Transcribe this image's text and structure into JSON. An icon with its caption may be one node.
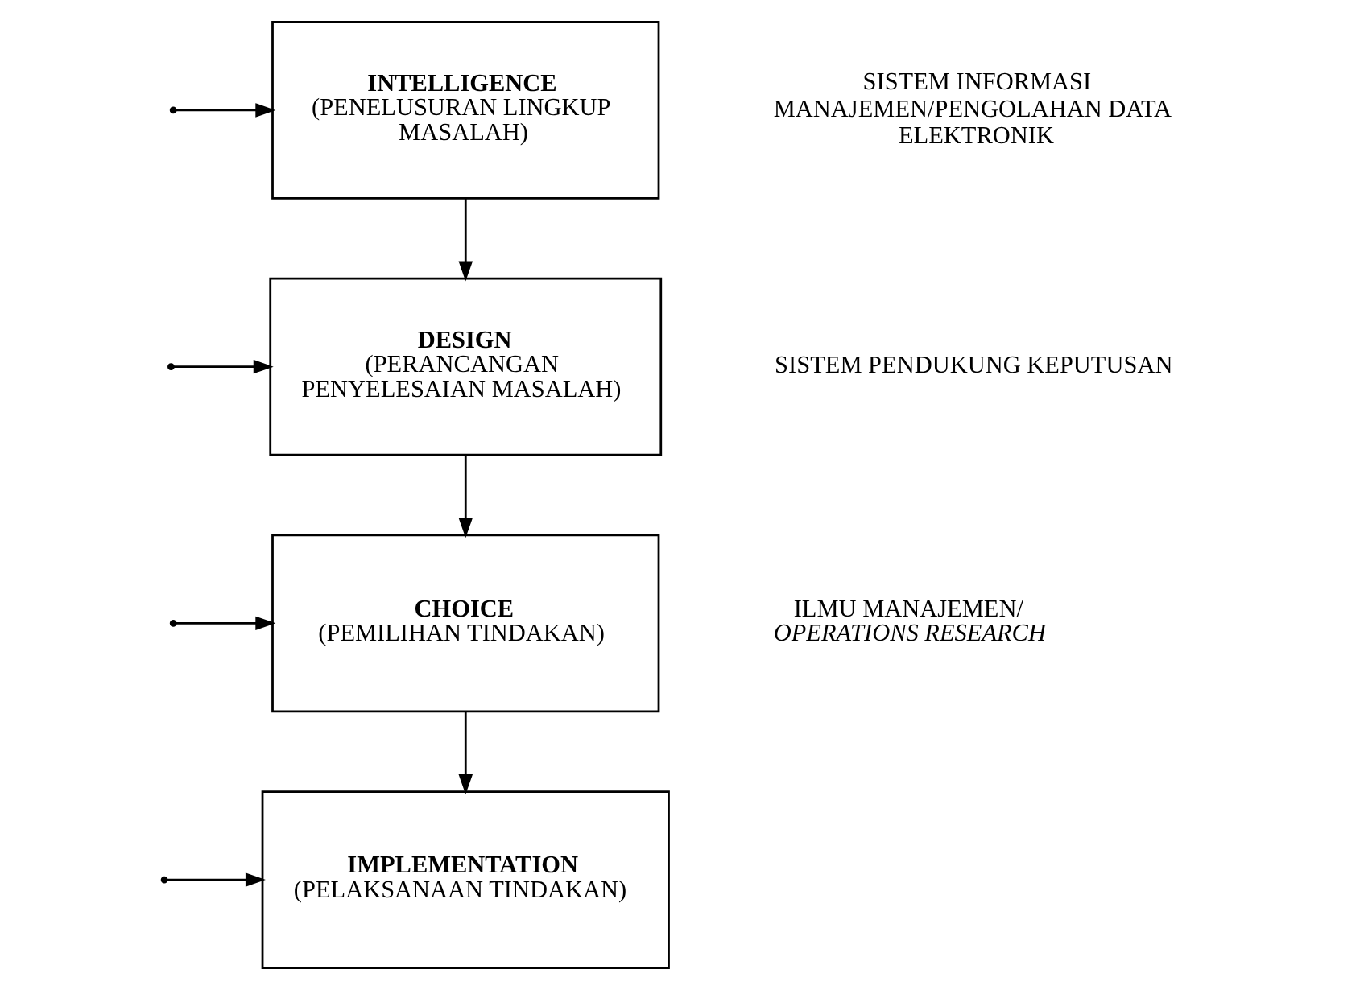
{
  "diagram": {
    "nodes": [
      {
        "text": [
          "INTELLIGENCE",
          "(PENELUSURAN LINGKUP MASALAH)"
        ]
      },
      {
        "text": [
          "DESIGN",
          "(PERANCANGAN PENYELESAIAN MASALAH)"
        ]
      },
      {
        "text": [
          "CHOICE",
          "(PEMILIHAN TINDAKAN)"
        ]
      },
      {
        "text": [
          "IMPLEMENTATION",
          "(PELAKSANAAN TINDAKAN)"
        ]
      }
    ],
    "edges": [
      {
        "from": 0,
        "to": 1,
        "arrow": "to"
      },
      {
        "from": 1,
        "to": 2,
        "arrow": "to"
      },
      {
        "from": 2,
        "to": 3,
        "arrow": "to"
      },
      {
        "from": null,
        "to": 0,
        "arrow": "to"
      },
      {
        "from": null,
        "to": 1,
        "arrow": "to"
      },
      {
        "from": null,
        "to": 2,
        "arrow": "to"
      },
      {
        "from": null,
        "to": 3,
        "arrow": "to"
      }
    ],
    "labels": [
      "SISTEM INFORMASI MANAJEMEN/PENGOLAHAN DATA ELEKTRONIK",
      "SISTEM PENDUKUNG KEPUTUSAN",
      "ILMU MANAJEMEN/ *OPERATIONS RESEARCH*"
    ]
  }
}
